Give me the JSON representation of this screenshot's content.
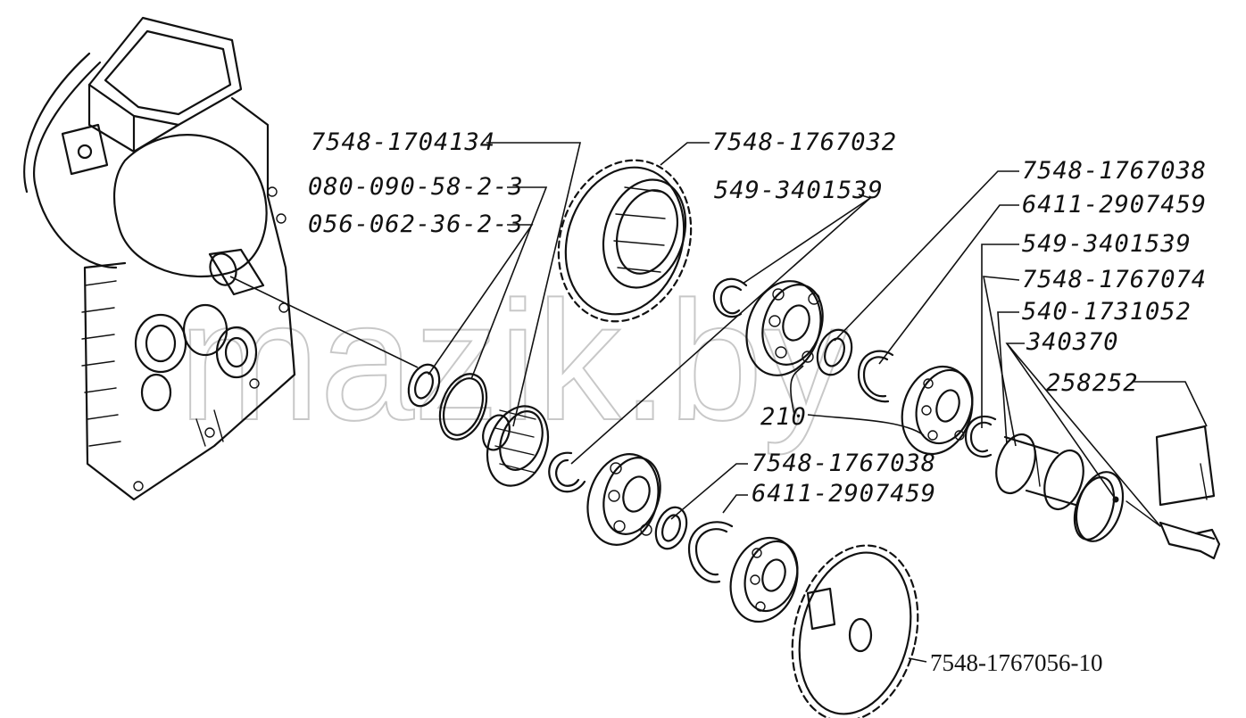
{
  "watermark": "mazik.by",
  "labels": {
    "l1": "7548-1704134",
    "l2": "7548-1767032",
    "l3": "080-090-58-2-3",
    "l4": "549-3401539",
    "l5": "056-062-36-2-3",
    "l6": "7548-1767038",
    "l7": "6411-2907459",
    "l8": "549-3401539",
    "l9": "7548-1767074",
    "l10": "540-1731052",
    "l11": "340370",
    "l12": "258252",
    "l13": "210",
    "l14": "7548-1767038",
    "l15": "6411-2907459",
    "l16": "7548-1767056-10"
  }
}
